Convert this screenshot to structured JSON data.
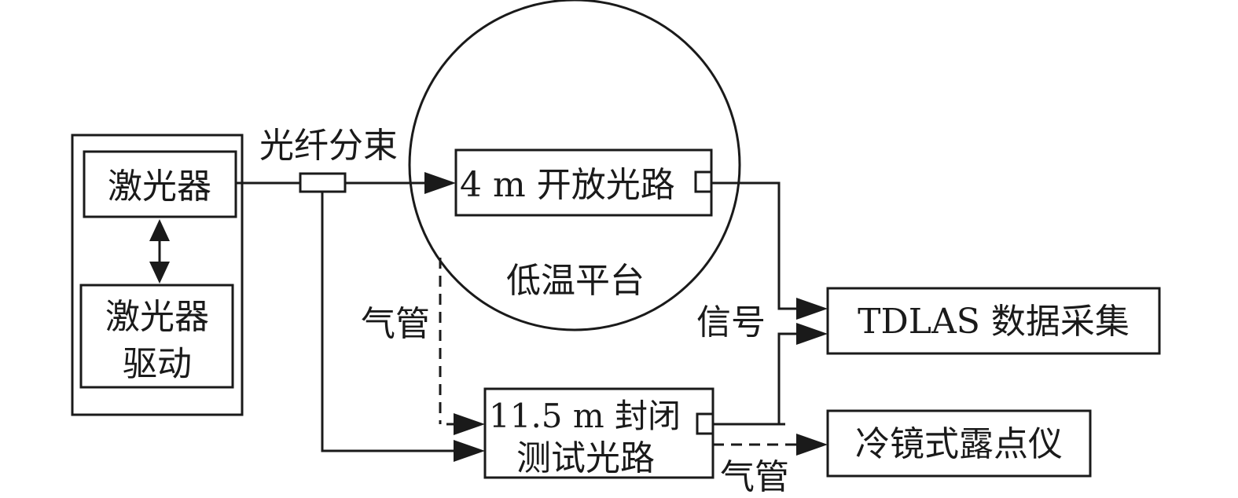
{
  "diagram": {
    "nodes": {
      "laser": "激光器",
      "laser_driver_line1": "激光器",
      "laser_driver_line2": "驱动",
      "open_path": "4 m 开放光路",
      "low_temp_platform": "低温平台",
      "closed_path_line1": "11.5 m 封闭",
      "closed_path_line2": "测试光路",
      "tdlas": "TDLAS 数据采集",
      "dew_point": "冷镜式露点仪"
    },
    "labels": {
      "fiber_splitter": "光纤分束",
      "gas_tube_left": "气管",
      "signal": "信号",
      "gas_tube_bottom": "气管"
    },
    "edges": [
      {
        "from": "laser",
        "to": "open_path",
        "via": "fiber_splitter",
        "style": "solid"
      },
      {
        "from": "fiber_splitter",
        "to": "closed_path",
        "style": "solid"
      },
      {
        "from": "laser",
        "to": "laser_driver",
        "style": "solid",
        "bidirectional": true
      },
      {
        "from": "low_temp_platform",
        "to": "closed_path",
        "label": "gas_tube_left",
        "style": "dashed"
      },
      {
        "from": "open_path",
        "to": "tdlas",
        "label": "signal",
        "style": "solid"
      },
      {
        "from": "closed_path",
        "to": "tdlas",
        "label": "signal",
        "style": "solid"
      },
      {
        "from": "closed_path",
        "to": "dew_point",
        "label": "gas_tube_bottom",
        "style": "dashed"
      }
    ]
  }
}
